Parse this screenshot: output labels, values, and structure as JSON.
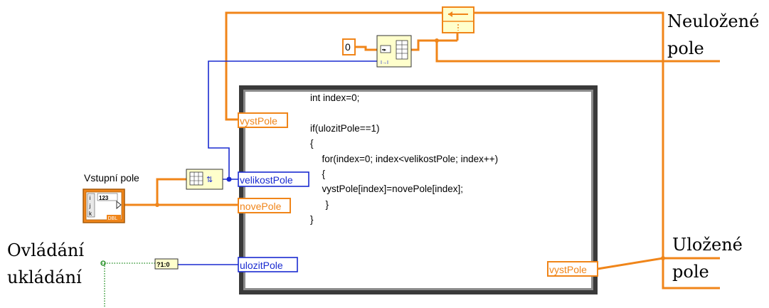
{
  "labels": {
    "neulozene_line1": "Neuložené",
    "neulozene_line2": "pole",
    "ulozene_line1": "Uložené",
    "ulozene_line2": "pole",
    "ovladani_line1": "Ovládání",
    "ovladani_line2": "ukládání",
    "vstupni_pole": "Vstupní pole"
  },
  "constant_zero": "0",
  "terminals": {
    "vystPole_in": "vystPole",
    "velikostPole": "velikostPole",
    "novePole": "novePole",
    "ulozitPole": "ulozitPole",
    "vystPole_out": "vystPole"
  },
  "control_badges": {
    "array_num": "123",
    "index_letters": [
      "i",
      "j",
      "k"
    ],
    "dbl": "DBL",
    "bool_to_num": "?1:0"
  },
  "code_lines": [
    "int index=0;",
    "",
    "if(ulozitPole==1)",
    "{",
    "  for(index=0; index<velikostPole; index++)",
    "  {",
    "  vystPole[index]=novePole[index];",
    "  }",
    "}"
  ],
  "colors": {
    "orange_wire": "#f08519",
    "blue_wire": "#1a2bd0",
    "green_wire": "#1a8a1a",
    "frame_outer": "#3a3a3a",
    "frame_inner": "#8a8a8a"
  }
}
